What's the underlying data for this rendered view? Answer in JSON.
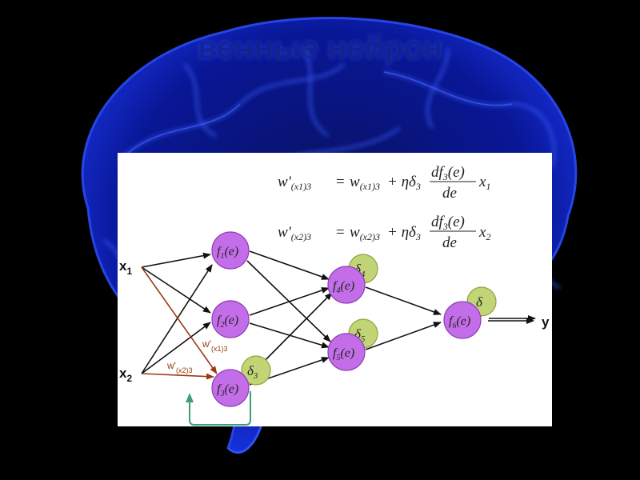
{
  "slide": {
    "heading": "венные нейрон",
    "subtitle_line1": "",
    "subtitle_line2": ""
  },
  "formulas": {
    "eq1": {
      "lhs_main": "w'",
      "lhs_sub": "(x1)3",
      "rhs_w": "w",
      "rhs_w_sub": "(x1)3",
      "plus_eta_delta": "+ ηδ",
      "delta_sub": "3",
      "frac_num": "df",
      "frac_num_sub": "3",
      "frac_num_tail": "(e)",
      "frac_den": "de",
      "x_var": "x",
      "x_sub": "1"
    },
    "eq2": {
      "lhs_main": "w'",
      "lhs_sub": "(x2)3",
      "rhs_w": "w",
      "rhs_w_sub": "(x2)3",
      "plus_eta_delta": "+ ηδ",
      "delta_sub": "3",
      "frac_num": "df",
      "frac_num_sub": "3",
      "frac_num_tail": "(e)",
      "frac_den": "de",
      "x_var": "x",
      "x_sub": "2"
    }
  },
  "network": {
    "inputs": [
      {
        "main": "x",
        "sub": "1"
      },
      {
        "main": "x",
        "sub": "2"
      }
    ],
    "output": "y",
    "neurons": [
      {
        "f": "f",
        "sub": "1",
        "tail": "(e)"
      },
      {
        "f": "f",
        "sub": "2",
        "tail": "(e)"
      },
      {
        "f": "f",
        "sub": "3",
        "tail": "(e)"
      },
      {
        "f": "f",
        "sub": "4",
        "tail": "(e)"
      },
      {
        "f": "f",
        "sub": "5",
        "tail": "(e)"
      },
      {
        "f": "f",
        "sub": "6",
        "tail": "(e)"
      }
    ],
    "deltas": [
      {
        "main": "δ",
        "sub": "3"
      },
      {
        "main": "δ",
        "sub": "4"
      },
      {
        "main": "δ",
        "sub": "5"
      },
      {
        "main": "δ",
        "sub": ""
      }
    ],
    "weight_labels": [
      {
        "main": "w'",
        "sub": "(x1)3"
      },
      {
        "main": "w'",
        "sub": "(x2)3"
      }
    ]
  },
  "colors": {
    "neuron_fill": "#c36ee8",
    "neuron_stroke": "#8a3db5",
    "delta_fill": "#c2d576",
    "delta_stroke": "#8fa23a",
    "updated_weight": "#9b3a10",
    "feedback": "#3f9e74",
    "edge": "#111111",
    "brain_glow": "#2b4dff"
  }
}
